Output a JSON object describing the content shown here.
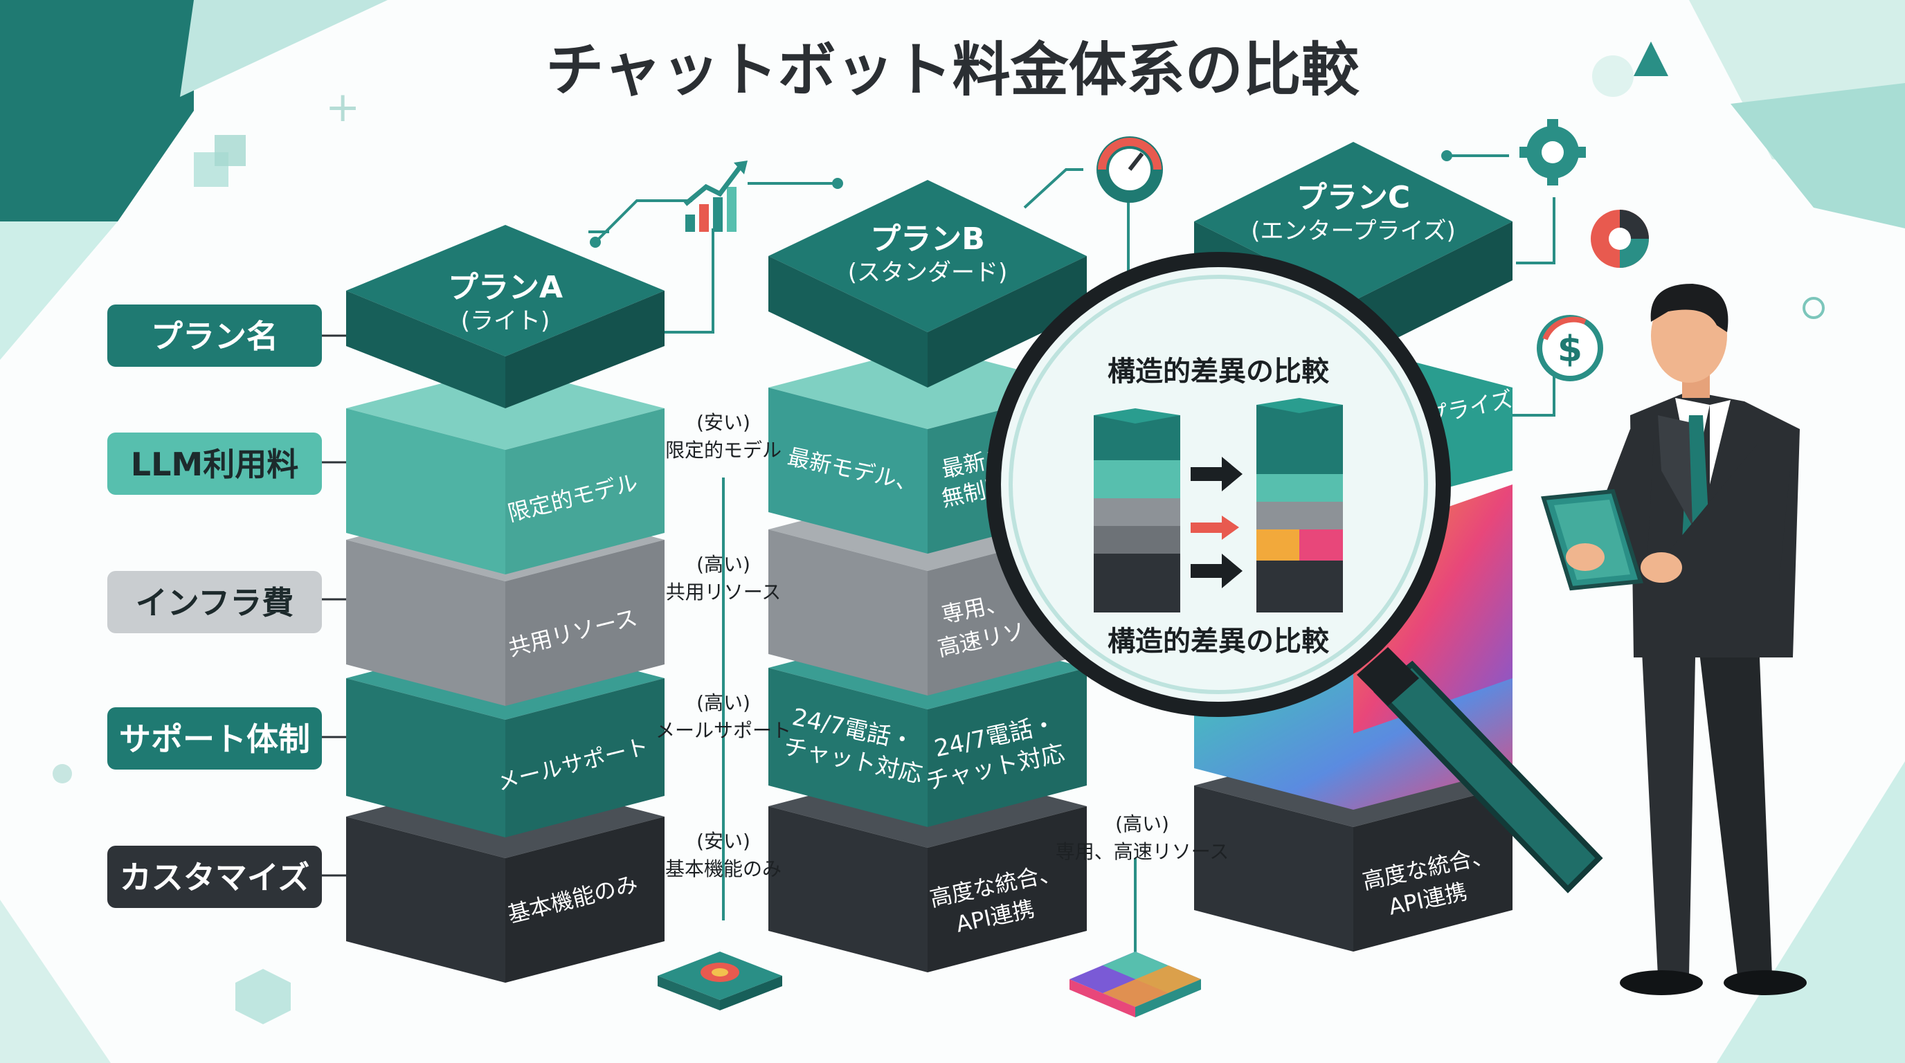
{
  "title": "チャットボット料金体系の比較",
  "row_labels": [
    "プラン名",
    "LLM利用料",
    "インフラ費",
    "サポート体制",
    "カスタマイズ"
  ],
  "plans": [
    {
      "name": "プランA",
      "sub": "(ライト)",
      "cells": [
        "限定的モデル",
        "共用リソース",
        "メールサポート",
        "基本機能のみ"
      ]
    },
    {
      "name": "プランB",
      "sub": "(スタンダード)",
      "cells": [
        "最新モデル、",
        "専用、",
        "24/7電話・",
        "高度な統合、"
      ],
      "cells2": [
        "",
        "高速リソ",
        "チャット対応",
        "API連携"
      ],
      "cells_b2": [
        "最新モ",
        "無制限"
      ],
      "cells_b3": [
        "24/7電話・",
        "チャット対応"
      ]
    },
    {
      "name": "プランC",
      "sub": "(エンタープライズ)",
      "cells": [
        "プライズ",
        "",
        "",
        "高度な統合、"
      ],
      "cells2": [
        "",
        "",
        "",
        "API連携"
      ]
    }
  ],
  "annotations": [
    {
      "level": "(安い)",
      "text": "限定的モデル"
    },
    {
      "level": "(高い)",
      "text": "共用リソース"
    },
    {
      "level": "(高い)",
      "text": "メールサポート"
    },
    {
      "level": "(安い)",
      "text": "基本機能のみ"
    },
    {
      "level": "(高い)",
      "text": "専用、高速リソース"
    }
  ],
  "magnifier": {
    "top": "構造的差異の比較",
    "bottom": "構造的差異の比較"
  },
  "colors": {
    "teal_dark": "#1d6e6a",
    "teal": "#2a8f86",
    "teal_light": "#57bfae",
    "grey": "#8d9297",
    "dark": "#2e3338",
    "label_grey": "#c9cdd0"
  },
  "icons": [
    "growth-chart-icon",
    "gauge-icon",
    "gear-icon",
    "pie-chart-icon",
    "dollar-icon"
  ]
}
